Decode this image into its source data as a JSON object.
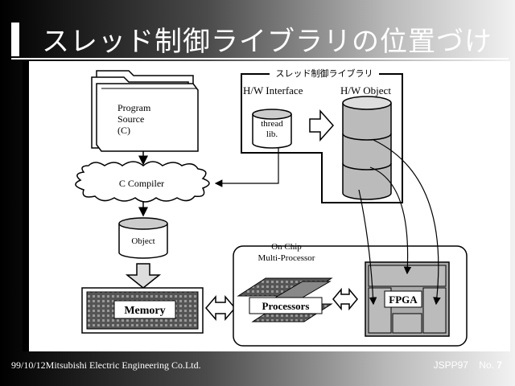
{
  "slide": {
    "title": "スレッド制御ライブラリの位置づけ",
    "footer_left": "99/10/12Mitsubishi Electric Engineering Co.Ltd.",
    "footer_conf": "JSPP97",
    "footer_page_label": "No.",
    "footer_page_number": "7"
  },
  "diagram": {
    "library_box_label": "スレッド制御ライブラリ",
    "hw_interface": "H/W Interface",
    "hw_object": "H/W Object",
    "thread_lib": [
      "thread",
      "lib."
    ],
    "program_source": [
      "Program",
      "Source",
      "(C)"
    ],
    "compiler": "C Compiler",
    "object": "Object",
    "memory": "Memory",
    "on_chip": [
      "On Chip",
      "Multi-Processor"
    ],
    "processors": "Processors",
    "fpga": "FPGA"
  }
}
